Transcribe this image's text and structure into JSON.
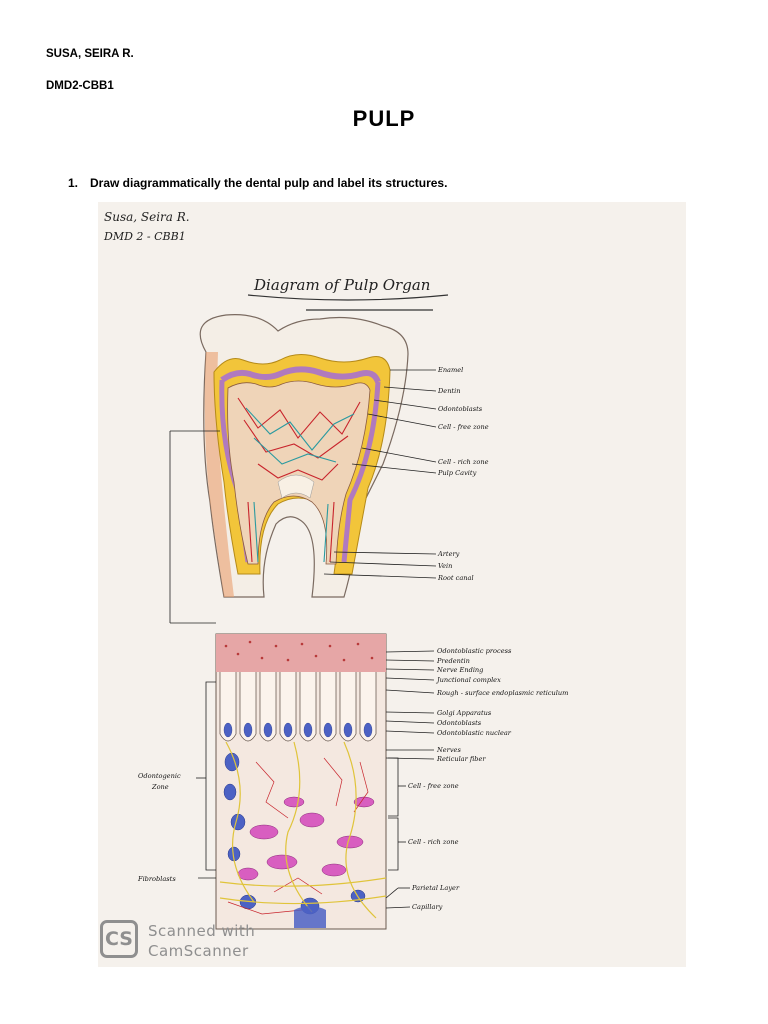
{
  "header": {
    "student_name": "SUSA, SEIRA R.",
    "section": "DMD2-CBB1"
  },
  "title": "PULP",
  "question": {
    "number": "1.",
    "text": "Draw diagrammatically the dental pulp and label its structures."
  },
  "drawing": {
    "handwritten_name": "Susa, Seira R.",
    "handwritten_section": "DMD 2 - CBB1",
    "drawing_title": "Diagram of Pulp Organ",
    "tooth_labels": [
      "Enamel",
      "Dentin",
      "Odontoblasts",
      "Cell - free zone",
      "Cell - rich zone",
      "Pulp Cavity",
      "Artery",
      "Vein",
      "Root canal"
    ],
    "histology_labels": [
      "Odontoblastic process",
      "Predentin",
      "Nerve Ending",
      "Junctional complex",
      "Rough - surface endoplasmic reticulum",
      "Golgi Apparatus",
      "Odontoblasts",
      "Odontoblastic nuclear",
      "Nerves",
      "Reticular fiber"
    ],
    "zone_labels": [
      "Cell - free zone",
      "Cell - rich zone",
      "Parietal Layer",
      "Capillary"
    ],
    "left_labels": {
      "odontogenic_line1": "Odontogenic",
      "odontogenic_line2": "Zone",
      "fibroblasts": "Fibroblasts"
    }
  },
  "watermark": {
    "badge": "CS",
    "line1": "Scanned with",
    "line2": "CamScanner"
  },
  "colors": {
    "enamel": "#f7efe8",
    "dentin": "#f2c53a",
    "pulp": "#e8a060",
    "odontoblast_band": "#a880c8",
    "vessel_red": "#c8242c",
    "vessel_teal": "#2a9aa0",
    "cell_pink": "#d85ec0",
    "cell_blue": "#4c62c4",
    "fiber_yellow": "#e0c43a"
  }
}
